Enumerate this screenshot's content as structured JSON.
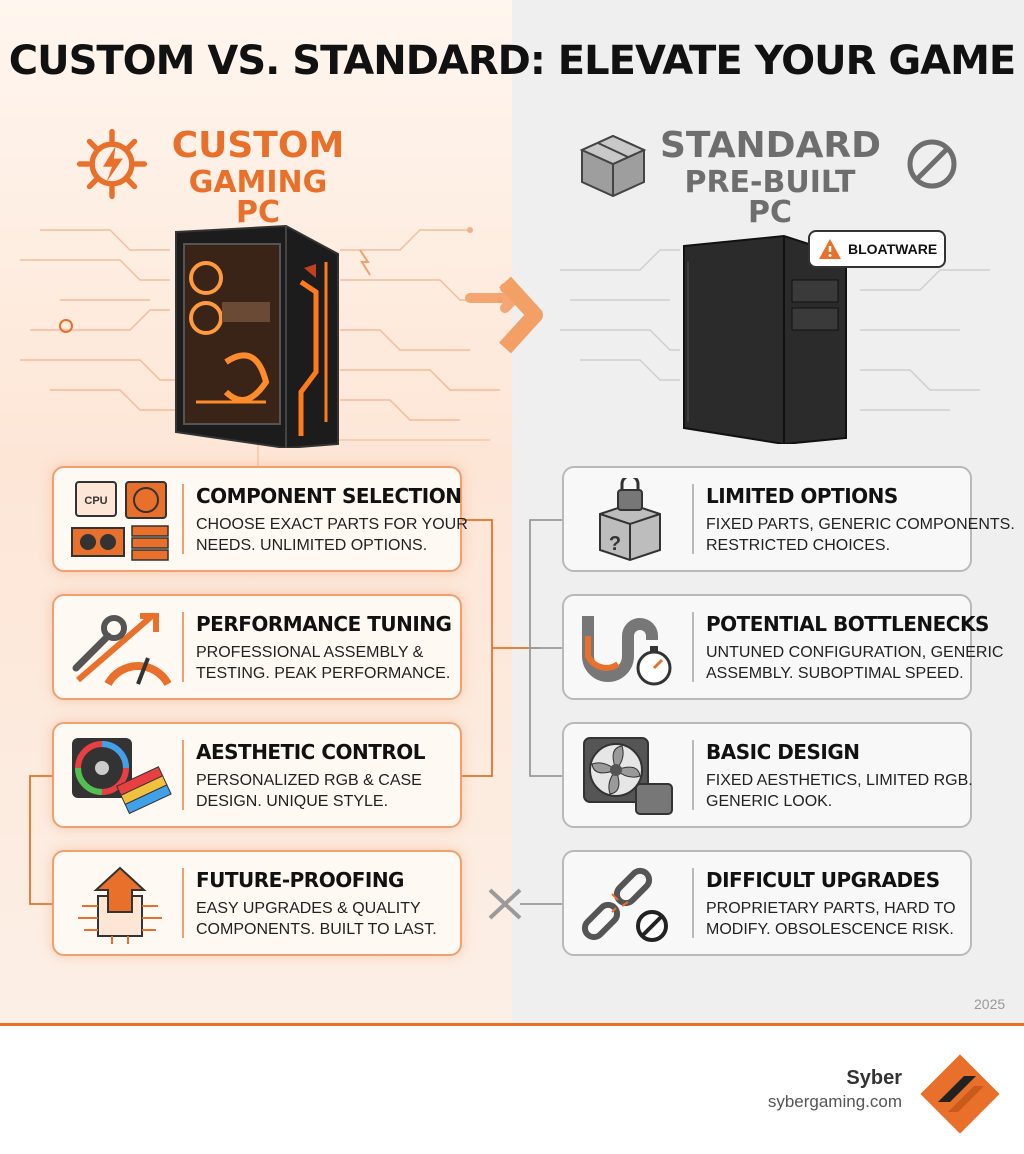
{
  "title": "CUSTOM VS. STANDARD: ELEVATE YOUR GAME",
  "custom": {
    "heading_line1": "CUSTOM",
    "heading_line2": "GAMING PC",
    "accent_color": "#e8702a",
    "cpu_chip_label": "CPU",
    "features": [
      {
        "title": "COMPONENT SELECTION",
        "desc_line1": "CHOOSE EXACT PARTS FOR YOUR",
        "desc_line2": "NEEDS. UNLIMITED OPTIONS.",
        "icon": "components-icon"
      },
      {
        "title": "PERFORMANCE TUNING",
        "desc_line1": "PROFESSIONAL ASSEMBLY &",
        "desc_line2": "TESTING. PEAK PERFORMANCE.",
        "icon": "wrench-gauge-icon"
      },
      {
        "title": "AESTHETIC CONTROL",
        "desc_line1": "PERSONALIZED RGB & CASE",
        "desc_line2": "DESIGN. UNIQUE STYLE.",
        "icon": "rgb-fan-palette-icon"
      },
      {
        "title": "FUTURE-PROOFING",
        "desc_line1": "EASY UPGRADES & QUALITY",
        "desc_line2": "COMPONENTS. BUILT TO LAST.",
        "icon": "upgrade-arrow-chip-icon"
      }
    ]
  },
  "standard": {
    "heading_line1": "STANDARD",
    "heading_line2": "PRE-BUILT PC",
    "color": "#6e6e6e",
    "bloatware_label": "BLOATWARE",
    "features": [
      {
        "title": "LIMITED OPTIONS",
        "desc_line1": "FIXED PARTS, GENERIC COMPONENTS.",
        "desc_line2": "RESTRICTED CHOICES.",
        "icon": "locked-box-icon"
      },
      {
        "title": "POTENTIAL BOTTLENECKS",
        "desc_line1": "UNTUNED CONFIGURATION, GENERIC",
        "desc_line2": "ASSEMBLY. SUBOPTIMAL SPEED.",
        "icon": "pipe-stopwatch-icon"
      },
      {
        "title": "BASIC DESIGN",
        "desc_line1": "FIXED AESTHETICS, LIMITED RGB.",
        "desc_line2": "GENERIC LOOK.",
        "icon": "basic-fan-icon"
      },
      {
        "title": "DIFFICULT UPGRADES",
        "desc_line1": "PROPRIETARY PARTS, HARD TO",
        "desc_line2": "MODIFY. OBSOLESCENCE RISK.",
        "icon": "broken-chain-icon"
      }
    ]
  },
  "year": "2025",
  "brand": {
    "name": "Syber",
    "url": "sybergaming.com",
    "color": "#e8702a"
  }
}
